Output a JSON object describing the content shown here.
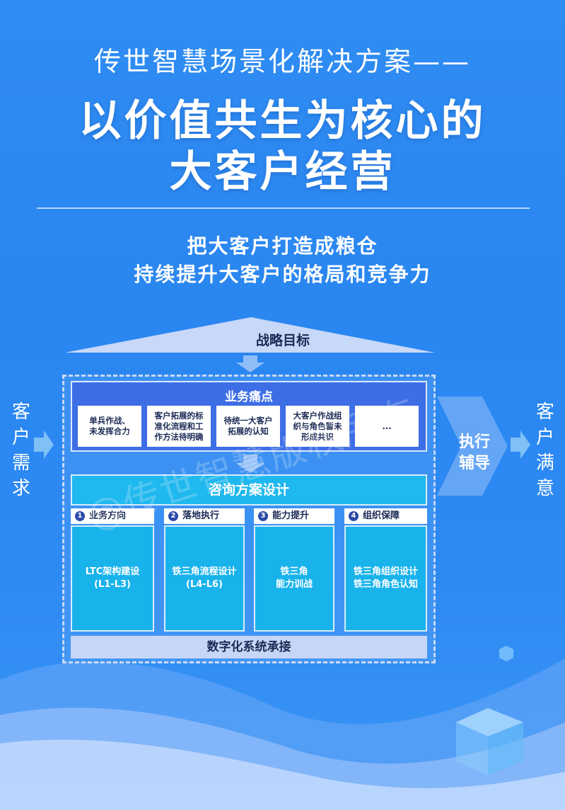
{
  "header": {
    "subtitle": "传世智慧场景化解决方案——",
    "title_line1": "以价值共生为核心的",
    "title_line2": "大客户经营",
    "slogan_line1": "把大客户打造成粮仓",
    "slogan_line2": "持续提升大客户的格局和竞争力"
  },
  "sides": {
    "left_label": [
      "客",
      "户",
      "需",
      "求"
    ],
    "right_label": [
      "客",
      "户",
      "满",
      "意"
    ]
  },
  "diagram": {
    "roof_label": "战略目标",
    "pain_title": "业务痛点",
    "pain_cards": [
      [
        "单兵作战、",
        "未发挥合力"
      ],
      [
        "客户拓展的标",
        "准化流程和工",
        "作方法待明确"
      ],
      [
        "待统一大客户",
        "拓展的认知"
      ],
      [
        "大客户作战组",
        "织与角色暂未",
        "形成共识"
      ],
      [
        "..."
      ]
    ],
    "design_label": "咨询方案设计",
    "columns": [
      {
        "num": "1",
        "head": "业务方向",
        "body": [
          "LTC架构建设",
          "(L1-L3)"
        ]
      },
      {
        "num": "2",
        "head": "落地执行",
        "body": [
          "铁三角流程设计",
          "(L4-L6)"
        ]
      },
      {
        "num": "3",
        "head": "能力提升",
        "body": [
          "铁三角",
          "能力训战"
        ]
      },
      {
        "num": "4",
        "head": "组织保障",
        "body": [
          "铁三角组织设计",
          "铁三角角色认知"
        ]
      }
    ],
    "digital_label": "数字化系统承接",
    "exec_label": [
      "执行",
      "辅导"
    ]
  },
  "watermark": "@传世智慧版权所有",
  "colors": {
    "background": "#2d8af3",
    "pain_bg": "#3d6ee6",
    "design_bg": "#1fb8ef",
    "digital_bg": "#c6d6f6",
    "dark_text": "#1b2a55"
  }
}
